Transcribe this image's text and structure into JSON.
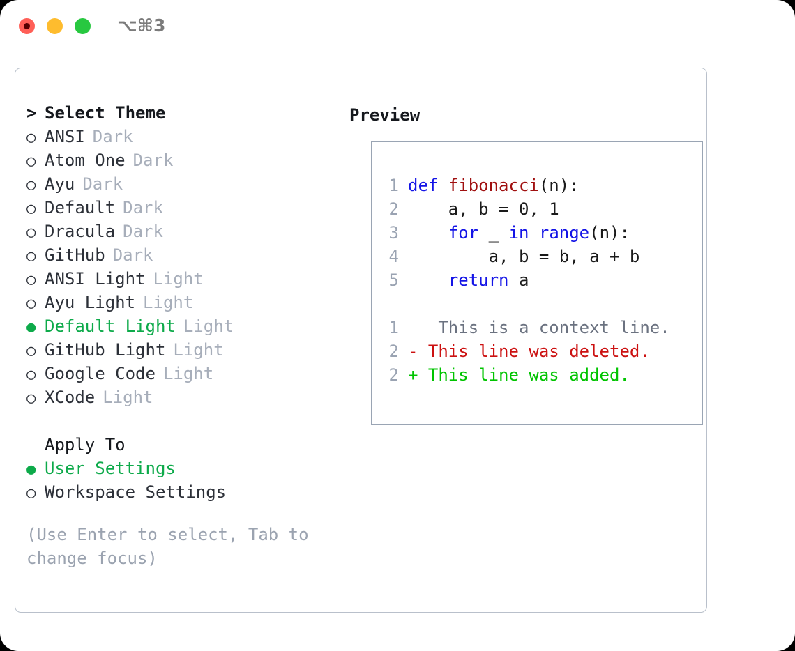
{
  "window": {
    "shortcut": "⌥⌘3",
    "traffic_lights": [
      {
        "name": "close",
        "color": "#ff5f57"
      },
      {
        "name": "minimize",
        "color": "#febc2e"
      },
      {
        "name": "maximize",
        "color": "#28c840"
      }
    ]
  },
  "theme_picker": {
    "prompt_marker": ">",
    "title": "Select Theme",
    "marker_unselected": "○",
    "marker_selected": "●",
    "items": [
      {
        "label": "ANSI",
        "variant": "Dark",
        "selected": false
      },
      {
        "label": "Atom One",
        "variant": "Dark",
        "selected": false
      },
      {
        "label": "Ayu",
        "variant": "Dark",
        "selected": false
      },
      {
        "label": "Default",
        "variant": "Dark",
        "selected": false
      },
      {
        "label": "Dracula",
        "variant": "Dark",
        "selected": false
      },
      {
        "label": "GitHub",
        "variant": "Dark",
        "selected": false
      },
      {
        "label": "ANSI Light",
        "variant": "Light",
        "selected": false
      },
      {
        "label": "Ayu Light",
        "variant": "Light",
        "selected": false
      },
      {
        "label": "Default Light",
        "variant": "Light",
        "selected": true
      },
      {
        "label": "GitHub Light",
        "variant": "Light",
        "selected": false
      },
      {
        "label": "Google Code",
        "variant": "Light",
        "selected": false
      },
      {
        "label": "XCode",
        "variant": "Light",
        "selected": false
      }
    ]
  },
  "apply_to": {
    "title": "Apply To",
    "items": [
      {
        "label": "User Settings",
        "selected": true
      },
      {
        "label": "Workspace Settings",
        "selected": false
      }
    ]
  },
  "hint": "(Use Enter to select, Tab to change focus)",
  "preview": {
    "title": "Preview",
    "code_lines": [
      {
        "num": "1",
        "tokens": [
          {
            "t": "def ",
            "c": "kw"
          },
          {
            "t": "fibonacci",
            "c": "fn"
          },
          {
            "t": "(n):",
            "c": "pl"
          }
        ]
      },
      {
        "num": "2",
        "tokens": [
          {
            "t": "    a, b = 0, 1",
            "c": "pl"
          }
        ]
      },
      {
        "num": "3",
        "tokens": [
          {
            "t": "    ",
            "c": "pl"
          },
          {
            "t": "for",
            "c": "kw"
          },
          {
            "t": " _ ",
            "c": "pl"
          },
          {
            "t": "in ",
            "c": "kw"
          },
          {
            "t": "range",
            "c": "kw"
          },
          {
            "t": "(n):",
            "c": "pl"
          }
        ]
      },
      {
        "num": "4",
        "tokens": [
          {
            "t": "        a, b = b, a + b",
            "c": "pl"
          }
        ]
      },
      {
        "num": "5",
        "tokens": [
          {
            "t": "    ",
            "c": "pl"
          },
          {
            "t": "return",
            "c": "kw"
          },
          {
            "t": " a",
            "c": "pl"
          }
        ]
      }
    ],
    "diff_lines": [
      {
        "num": "1",
        "sign": " ",
        "text": "  This is a context line.",
        "kind": "ctx"
      },
      {
        "num": "2",
        "sign": "-",
        "text": " This line was deleted.",
        "kind": "del"
      },
      {
        "num": "2",
        "sign": "+",
        "text": " This line was added.",
        "kind": "add"
      }
    ]
  },
  "colors": {
    "selected_green": "#0daa4a",
    "diff_add_green": "#00c400",
    "diff_del_red": "#cc1111",
    "keyword_blue": "#1414e6",
    "function_red": "#a01010",
    "muted_gray": "#a7aeba",
    "border": "#b9c0cb"
  }
}
